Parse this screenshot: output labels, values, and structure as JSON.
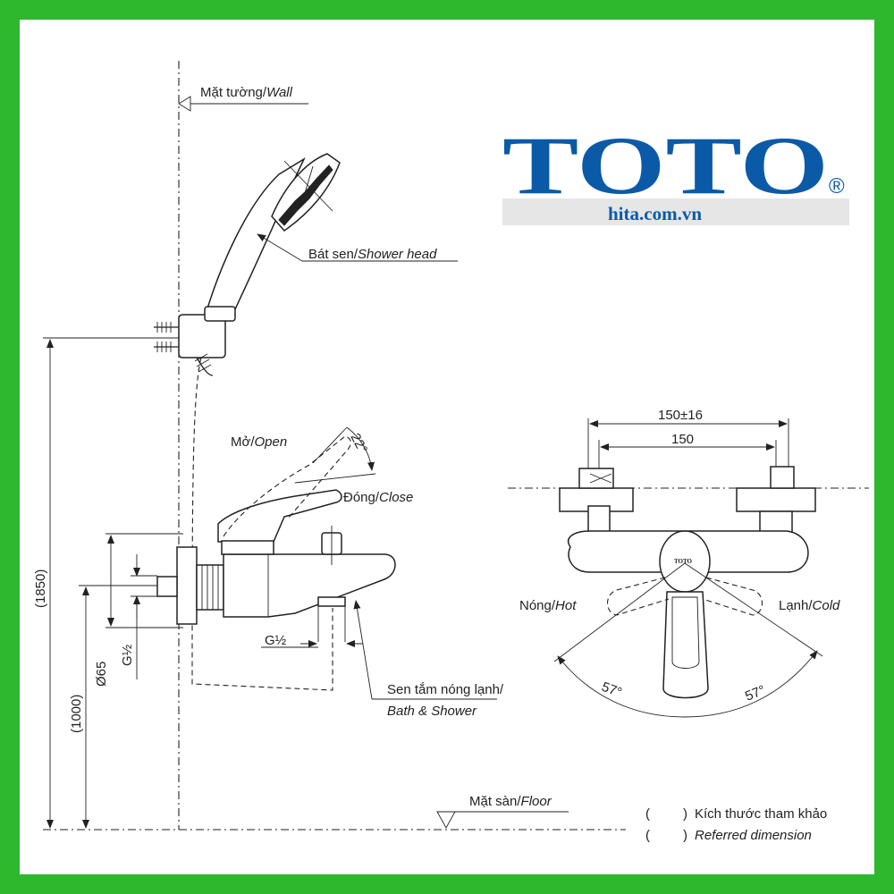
{
  "brand": {
    "logo": "TOTO",
    "registered": "®",
    "website": "hita.com.vn",
    "logo_color": "#0b5aa8",
    "band_color": "#e6e6e6"
  },
  "frame": {
    "border_color": "#2db82d"
  },
  "labels": {
    "wall_vn": "Mặt tường/",
    "wall_en": "Wall",
    "shower_head_vn": "Bát sen/",
    "shower_head_en": "Shower head",
    "open_vn": "Mở/",
    "open_en": "Open",
    "close_vn": "Đóng/",
    "close_en": "Close",
    "angle_open": "22°",
    "bath_vn": "Sen tắm nóng lạnh/",
    "bath_en": "Bath & Shower",
    "floor_vn": "Mặt sàn/",
    "floor_en": "Floor",
    "hot_vn": "Nóng/",
    "hot_en": "Hot",
    "cold_vn": "Lạnh/",
    "cold_en": "Cold",
    "angle_hot": "57°",
    "angle_cold": "57°",
    "valve_logo": "TOTO"
  },
  "dimensions": {
    "total_height": "(1850)",
    "valve_height": "(1000)",
    "diameter": "Ø65",
    "thread_inlet": "G½",
    "thread_outlet": "G½",
    "center_tolerance": "150±16",
    "center": "150"
  },
  "legend": {
    "paren_open_1": "(",
    "paren_close_1": ")",
    "paren_open_2": "(",
    "paren_close_2": ")",
    "reference_vn": "Kích thước tham khảo",
    "reference_en": "Referred dimension"
  }
}
